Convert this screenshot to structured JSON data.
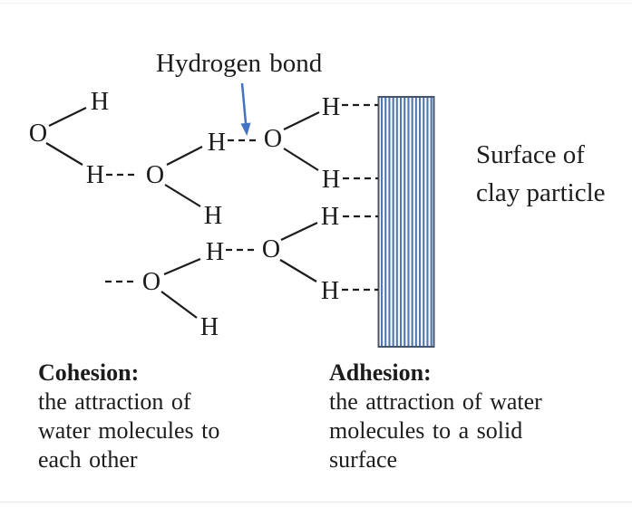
{
  "labels": {
    "hydrogen_bond": "Hydrogen bond",
    "surface_line1": "Surface of",
    "surface_line2": "clay particle"
  },
  "cohesion": {
    "heading": "Cohesion:",
    "lines": [
      "the attraction of",
      "water molecules to",
      "each other"
    ]
  },
  "adhesion": {
    "heading": "Adhesion:",
    "lines": [
      "the attraction of water",
      "molecules to a solid",
      "surface"
    ]
  },
  "atoms": [
    {
      "id": "O1",
      "label": "O"
    },
    {
      "id": "H1",
      "label": "H"
    },
    {
      "id": "H2",
      "label": "H"
    },
    {
      "id": "O2",
      "label": "O"
    },
    {
      "id": "H3",
      "label": "H"
    },
    {
      "id": "H4",
      "label": "H"
    },
    {
      "id": "O3",
      "label": "O"
    },
    {
      "id": "H5",
      "label": "H"
    },
    {
      "id": "H6",
      "label": "H"
    },
    {
      "id": "O4",
      "label": "O"
    },
    {
      "id": "H7",
      "label": "H"
    },
    {
      "id": "H8",
      "label": "H"
    },
    {
      "id": "O5",
      "label": "O"
    },
    {
      "id": "H9",
      "label": "H"
    },
    {
      "id": "H10",
      "label": "H"
    }
  ],
  "colors": {
    "text": "#1c1c1c",
    "arrow_blue": "#4472C4",
    "stripe_blue": "#4d76b0",
    "clay_border": "#44546a",
    "bond_black": "#1c1c1c"
  }
}
